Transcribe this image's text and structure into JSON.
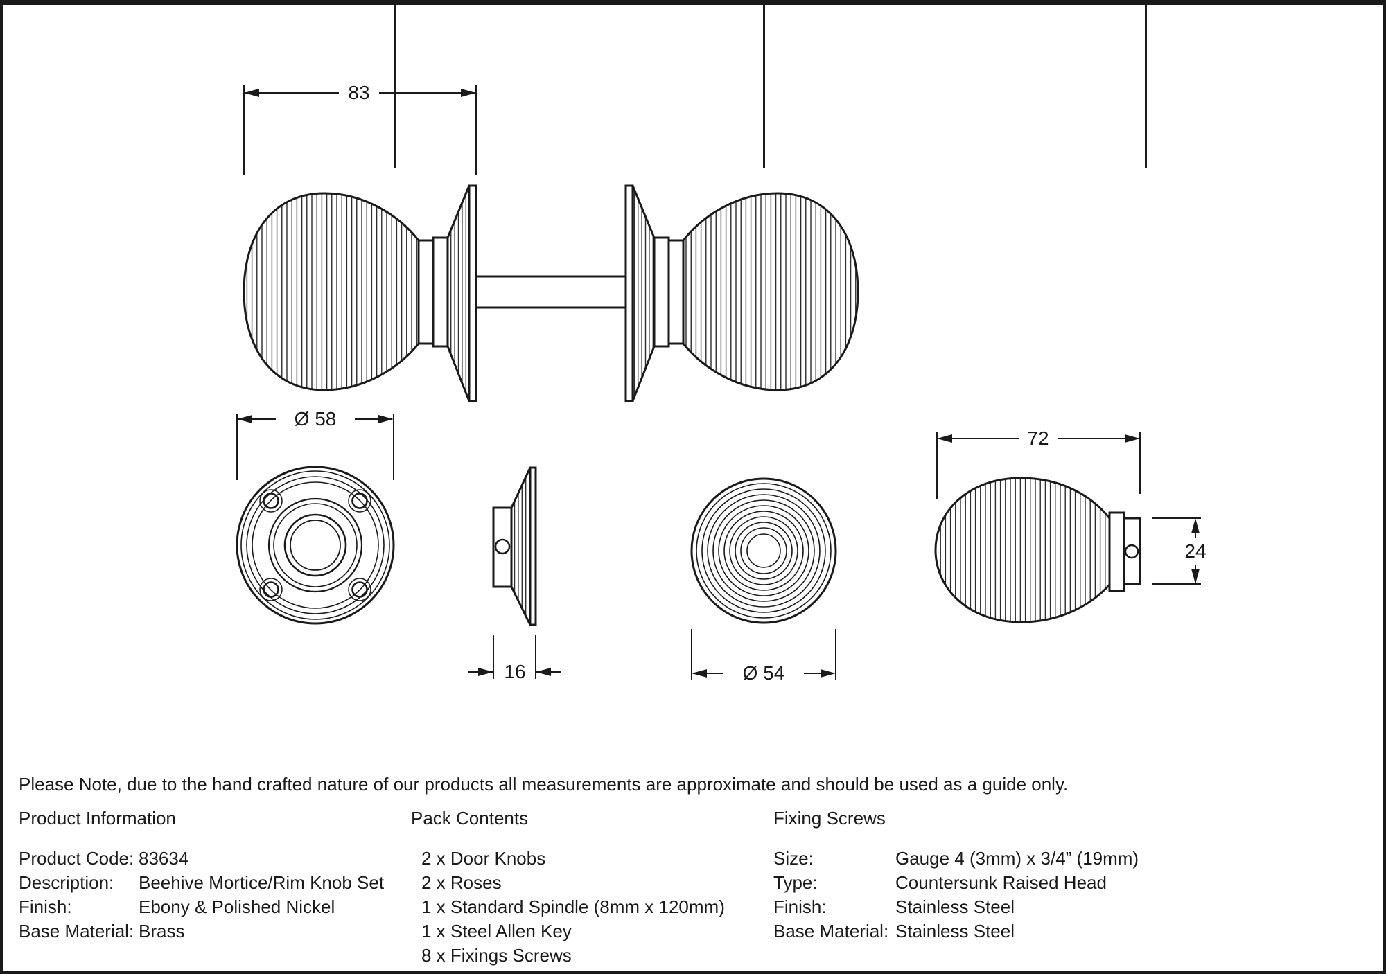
{
  "drawing": {
    "assembly_width": "83",
    "rose_diameter": "Ø 58",
    "rose_depth": "16",
    "knob_face_diameter": "Ø 54",
    "knob_length": "72",
    "knob_neck_diameter": "24"
  },
  "note": "Please Note, due to the hand crafted nature of our products all measurements are approximate and should be used as a guide only.",
  "table": {
    "product_information": {
      "header": "Product Information",
      "rows": [
        {
          "label": "Product Code:",
          "value": "83634"
        },
        {
          "label": "Description:",
          "value": "Beehive Mortice/Rim Knob Set"
        },
        {
          "label": "Finish:",
          "value": "Ebony & Polished Nickel"
        },
        {
          "label": "Base Material:",
          "value": "Brass"
        }
      ]
    },
    "pack_contents": {
      "header": "Pack Contents",
      "items": [
        "2 x Door Knobs",
        "2 x Roses",
        "1 x Standard Spindle (8mm x 120mm)",
        "1 x Steel Allen Key",
        "8 x Fixings Screws"
      ]
    },
    "fixing_screws": {
      "header": "Fixing Screws",
      "rows": [
        {
          "label": "Size:",
          "value": "Gauge 4 (3mm) x 3/4” (19mm)"
        },
        {
          "label": "Type:",
          "value": "Countersunk Raised Head"
        },
        {
          "label": "Finish:",
          "value": "Stainless Steel"
        },
        {
          "label": "Base Material:",
          "value": "Stainless Steel"
        }
      ]
    }
  }
}
